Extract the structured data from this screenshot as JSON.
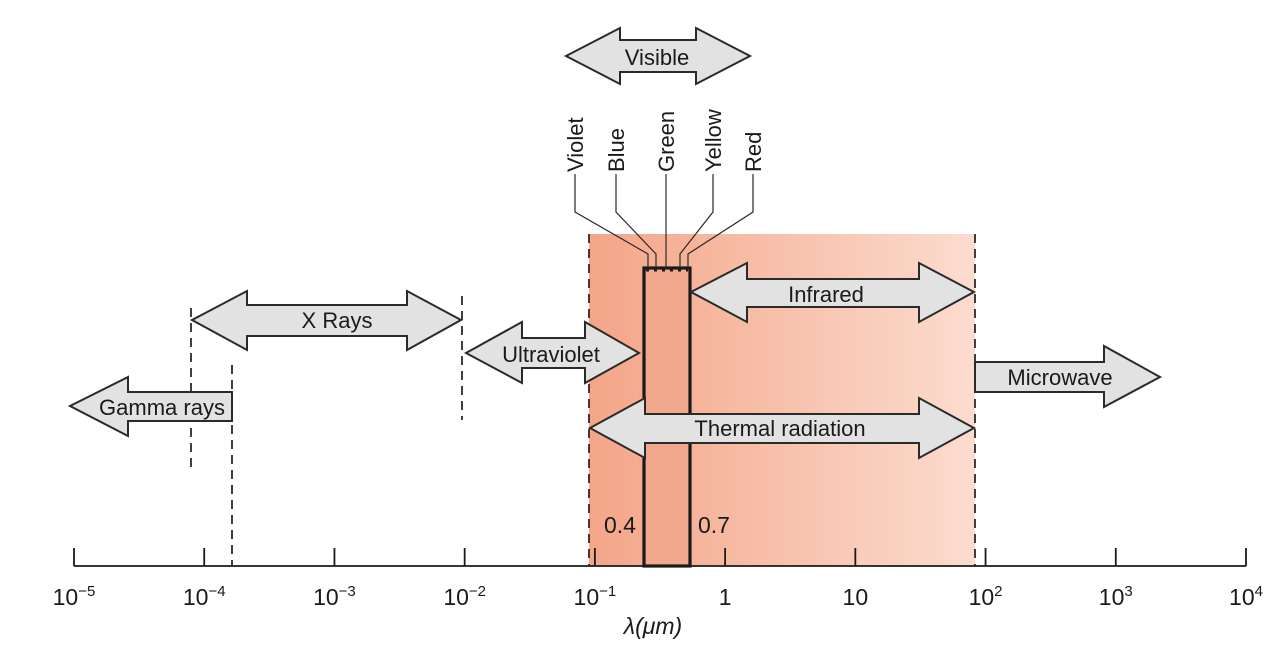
{
  "bands": {
    "visible": "Visible",
    "xrays": "X Rays",
    "ultraviolet": "Ultraviolet",
    "gamma": "Gamma rays",
    "infrared": "Infrared",
    "thermal": "Thermal radiation",
    "microwave": "Microwave"
  },
  "colors_list": [
    "Violet",
    "Blue",
    "Green",
    "Yellow",
    "Red"
  ],
  "visible_limits": {
    "lower": "0.4",
    "upper": "0.7"
  },
  "axis": {
    "label": "λ(μm)",
    "ticks": [
      {
        "base": "10",
        "exp": "−5"
      },
      {
        "base": "10",
        "exp": "−4"
      },
      {
        "base": "10",
        "exp": "−3"
      },
      {
        "base": "10",
        "exp": "−2"
      },
      {
        "base": "10",
        "exp": "−1"
      },
      {
        "base": "1",
        "exp": ""
      },
      {
        "base": "10",
        "exp": ""
      },
      {
        "base": "10",
        "exp": "2"
      },
      {
        "base": "10",
        "exp": "3"
      },
      {
        "base": "10",
        "exp": "4"
      }
    ]
  },
  "palette": {
    "thermal_fill_left": "#f4a588",
    "thermal_fill_right": "#fcdccf",
    "arrow_fill": "#e2e2e2",
    "visible_bar_fill": "#f2a88c"
  }
}
